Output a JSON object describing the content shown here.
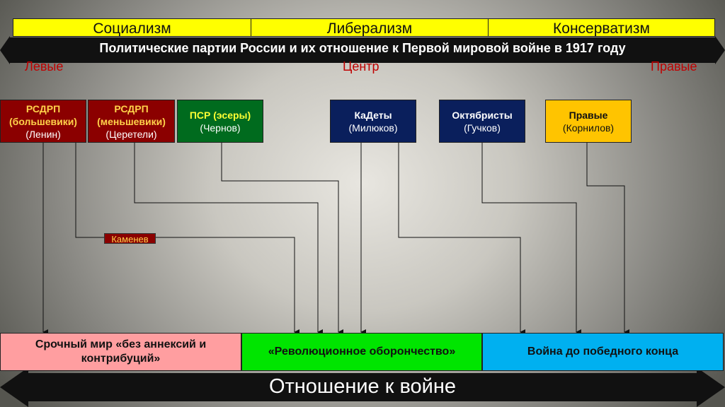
{
  "ideologies": [
    "Социализм",
    "Либерализм",
    "Консерватизм"
  ],
  "title": "Политические партии России и их отношение к Первой мировой войне в 1917 году",
  "spectrum": {
    "left": "Левые",
    "center": "Центр",
    "right": "Правые"
  },
  "parties": [
    {
      "line1": "РСДРП",
      "line2": "(большевики)",
      "leader": "(Ленин)"
    },
    {
      "line1": "РСДРП",
      "line2": "(меньшевики)",
      "leader": "(Церетели)"
    },
    {
      "line1": "ПСР (эсеры)",
      "line2": "",
      "leader": "(Чернов)"
    },
    {
      "line1": "КаДеты",
      "line2": "",
      "leader": "(Милюков)"
    },
    {
      "line1": "Октябристы",
      "line2": "",
      "leader": "(Гучков)"
    },
    {
      "line1": "Правые",
      "line2": "",
      "leader": "(Корнилов)"
    }
  ],
  "kamenev_label": "Каменев",
  "positions": [
    "Срочный мир «без аннексий и контрибуций»",
    "«Революционное оборончество»",
    "Война до победного конца"
  ],
  "footer": "Отношение к войне",
  "colors": {
    "ideology_bar": "#ffff00",
    "left_party": "#8b0000",
    "psr_party": "#006b1e",
    "liberal_party": "#0a1f5c",
    "right_party": "#ffc400",
    "peace": "#ff9ea0",
    "defensism": "#00e500",
    "war": "#00b0f0",
    "spectrum_text": "#c00000"
  }
}
